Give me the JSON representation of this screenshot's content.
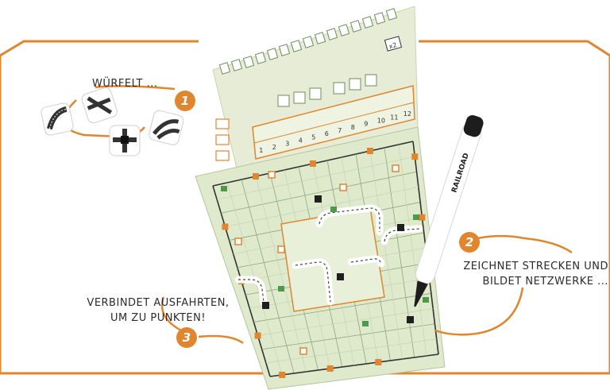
{
  "steps": [
    {
      "number": "1",
      "text": "WÜRFELT ..."
    },
    {
      "number": "2",
      "text": "ZEICHNET STRECKEN UND BILDET NETZWERKE ..."
    },
    {
      "number": "3",
      "text": "VERBINDET AUSFAHRTEN, UM ZU PUNKTEN!"
    }
  ],
  "score_table": {
    "round_numbers": [
      "1",
      "2",
      "3",
      "4",
      "5",
      "6",
      "7",
      "8",
      "9",
      "10",
      "11",
      "12"
    ],
    "multiplier_tile": "x2"
  },
  "marker_logo_text": "RAILROAD",
  "colors": {
    "accent_orange": "#e0862e",
    "sheet_green": "#dfe9cc",
    "grid_green": "#7f9d6e",
    "track_dark": "#2d2d2d"
  }
}
